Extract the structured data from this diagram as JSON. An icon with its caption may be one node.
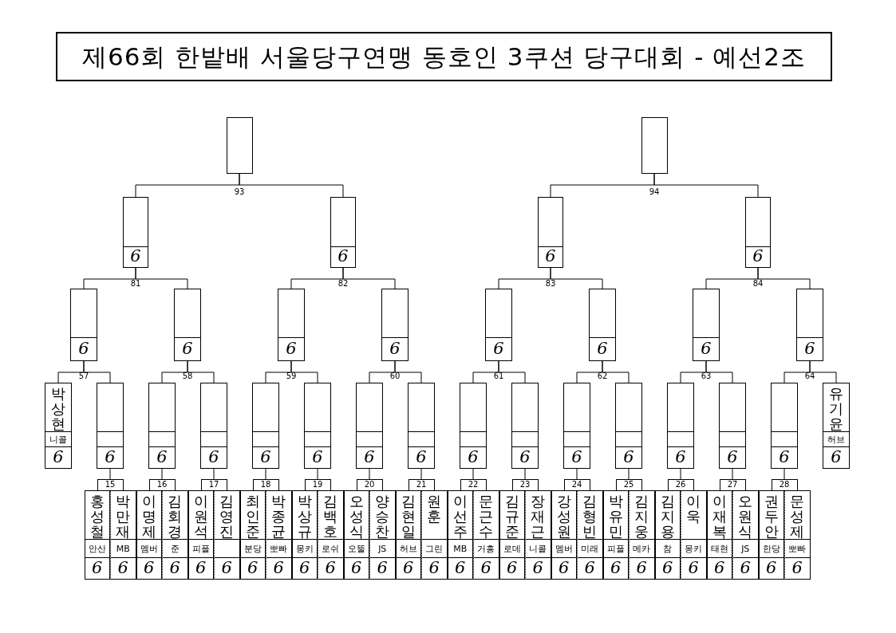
{
  "diagram": {
    "title": "제66회 한밭배 서울당구연맹 동호인 3쿠션 당구대회 - 예선2조",
    "nodes": [
      {
        "text": [],
        "shape": "box"
      },
      {
        "text": [],
        "shape": "box"
      },
      {
        "text": [
          "6"
        ]
      },
      {
        "text": [
          "6"
        ]
      },
      {
        "text": [
          "6"
        ]
      },
      {
        "text": [
          "6"
        ]
      },
      {
        "text": [
          "6"
        ]
      },
      {
        "text": [
          "6"
        ]
      },
      {
        "text": [
          "6"
        ]
      },
      {
        "text": [
          "6"
        ]
      },
      {
        "text": [
          "6"
        ]
      },
      {
        "text": [
          "6"
        ]
      },
      {
        "text": [
          "6"
        ]
      },
      {
        "text": [
          "6"
        ]
      },
      {
        "text": [
          "박상현",
          "니콜",
          "6"
        ]
      },
      {
        "text": [
          "6"
        ]
      },
      {
        "text": [
          "6"
        ]
      },
      {
        "text": [
          "6"
        ]
      },
      {
        "text": [
          "6"
        ]
      },
      {
        "text": [
          "6"
        ]
      },
      {
        "text": [
          "6"
        ]
      },
      {
        "text": [
          "6"
        ]
      },
      {
        "text": [
          "6"
        ]
      },
      {
        "text": [
          "6"
        ]
      },
      {
        "text": [
          "6"
        ]
      },
      {
        "text": [
          "6"
        ]
      },
      {
        "text": [
          "6"
        ]
      },
      {
        "text": [
          "6"
        ]
      },
      {
        "text": [
          "6"
        ]
      },
      {
        "text": [
          "유기윤",
          "허브",
          "6"
        ]
      },
      {
        "text": [
          "15"
        ]
      },
      {
        "text": [
          "16"
        ]
      },
      {
        "text": [
          "17"
        ]
      },
      {
        "text": [
          "18"
        ]
      },
      {
        "text": [
          "19"
        ]
      },
      {
        "text": [
          "20"
        ]
      },
      {
        "text": [
          "21"
        ]
      },
      {
        "text": [
          "22"
        ]
      },
      {
        "text": [
          "23"
        ]
      },
      {
        "text": [
          "24"
        ]
      },
      {
        "text": [
          "25"
        ]
      },
      {
        "text": [
          "26"
        ]
      },
      {
        "text": [
          "27"
        ]
      },
      {
        "text": [
          "28"
        ]
      },
      {
        "text": [
          "홍성철",
          "안산",
          "6"
        ]
      },
      {
        "text": [
          "박만재",
          "MB",
          "6"
        ]
      },
      {
        "text": [
          "이명제",
          "멤버",
          "6"
        ]
      },
      {
        "text": [
          "김회경",
          "준",
          "6"
        ]
      },
      {
        "text": [
          "이원석",
          "피플",
          "6"
        ]
      },
      {
        "text": [
          "김영진",
          "6"
        ]
      },
      {
        "text": [
          "최인준",
          "분당",
          "6"
        ]
      },
      {
        "text": [
          "박종균",
          "뽀빠",
          "6"
        ]
      },
      {
        "text": [
          "박상규",
          "몽키",
          "6"
        ]
      },
      {
        "text": [
          "김백호",
          "로쉬",
          "6"
        ]
      },
      {
        "text": [
          "오성식",
          "오뚤",
          "6"
        ]
      },
      {
        "text": [
          "양승찬",
          "JS",
          "6"
        ]
      },
      {
        "text": [
          "김현일",
          "허브",
          "6"
        ]
      },
      {
        "text": [
          "원훈",
          "그린",
          "6"
        ]
      },
      {
        "text": [
          "이선주",
          "MB",
          "6"
        ]
      },
      {
        "text": [
          "문근수",
          "거흥",
          "6"
        ]
      },
      {
        "text": [
          "김규준",
          "로데",
          "6"
        ]
      },
      {
        "text": [
          "장재근",
          "니콜",
          "6"
        ]
      },
      {
        "text": [
          "강성원",
          "멤버",
          "6"
        ]
      },
      {
        "text": [
          "김형빈",
          "미래",
          "6"
        ]
      },
      {
        "text": [
          "박유민",
          "피플",
          "6"
        ]
      },
      {
        "text": [
          "김지웅",
          "메카",
          "6"
        ]
      },
      {
        "text": [
          "김지용",
          "참",
          "6"
        ]
      },
      {
        "text": [
          "이욱",
          "몽키",
          "6"
        ]
      },
      {
        "text": [
          "이재복",
          "태현",
          "6"
        ]
      },
      {
        "text": [
          "오원식",
          "JS",
          "6"
        ]
      },
      {
        "text": [
          "권두안",
          "한당",
          "6"
        ]
      },
      {
        "text": [
          "문성제",
          "뽀빠",
          "6"
        ]
      }
    ],
    "edges": [
      {
        "from": 2,
        "to": 0,
        "arrow": "none"
      },
      {
        "from": 3,
        "to": 0,
        "arrow": "none"
      },
      {
        "from": 4,
        "to": 1,
        "arrow": "none"
      },
      {
        "from": 5,
        "to": 1,
        "arrow": "none"
      },
      {
        "from": 6,
        "to": 2,
        "arrow": "none"
      },
      {
        "from": 7,
        "to": 2,
        "arrow": "none"
      },
      {
        "from": 8,
        "to": 3,
        "arrow": "none"
      },
      {
        "from": 9,
        "to": 3,
        "arrow": "none"
      },
      {
        "from": 10,
        "to": 4,
        "arrow": "none"
      },
      {
        "from": 11,
        "to": 4,
        "arrow": "none"
      },
      {
        "from": 12,
        "to": 5,
        "arrow": "none"
      },
      {
        "from": 13,
        "to": 5,
        "arrow": "none"
      },
      {
        "from": 14,
        "to": 6,
        "arrow": "none"
      },
      {
        "from": 15,
        "to": 6,
        "arrow": "none"
      },
      {
        "from": 16,
        "to": 7,
        "arrow": "none"
      },
      {
        "from": 17,
        "to": 7,
        "arrow": "none"
      },
      {
        "from": 18,
        "to": 8,
        "arrow": "none"
      },
      {
        "from": 19,
        "to": 8,
        "arrow": "none"
      },
      {
        "from": 20,
        "to": 9,
        "arrow": "none"
      },
      {
        "from": 21,
        "to": 9,
        "arrow": "none"
      },
      {
        "from": 22,
        "to": 10,
        "arrow": "none"
      },
      {
        "from": 23,
        "to": 10,
        "arrow": "none"
      },
      {
        "from": 24,
        "to": 11,
        "arrow": "none"
      },
      {
        "from": 25,
        "to": 11,
        "arrow": "none"
      },
      {
        "from": 26,
        "to": 12,
        "arrow": "none"
      },
      {
        "from": 27,
        "to": 12,
        "arrow": "none"
      },
      {
        "from": 28,
        "to": 13,
        "arrow": "none"
      },
      {
        "from": 29,
        "to": 13,
        "arrow": "none"
      },
      {
        "from": 30,
        "to": 15,
        "arrow": "none"
      },
      {
        "from": 31,
        "to": 16,
        "arrow": "none"
      },
      {
        "from": 32,
        "to": 17,
        "arrow": "none"
      },
      {
        "from": 33,
        "to": 18,
        "arrow": "none"
      },
      {
        "from": 34,
        "to": 19,
        "arrow": "none"
      },
      {
        "from": 35,
        "to": 20,
        "arrow": "none"
      },
      {
        "from": 36,
        "to": 21,
        "arrow": "none"
      },
      {
        "from": 37,
        "to": 22,
        "arrow": "none"
      },
      {
        "from": 38,
        "to": 23,
        "arrow": "none"
      },
      {
        "from": 39,
        "to": 24,
        "arrow": "none"
      },
      {
        "from": 40,
        "to": 25,
        "arrow": "none"
      },
      {
        "from": 41,
        "to": 26,
        "arrow": "none"
      },
      {
        "from": 42,
        "to": 27,
        "arrow": "none"
      },
      {
        "from": 43,
        "to": 28,
        "arrow": "none"
      }
    ],
    "labels": [
      "93",
      "94",
      "81",
      "82",
      "83",
      "84",
      "57",
      "58",
      "59",
      "60",
      "61",
      "62",
      "63",
      "64"
    ]
  }
}
